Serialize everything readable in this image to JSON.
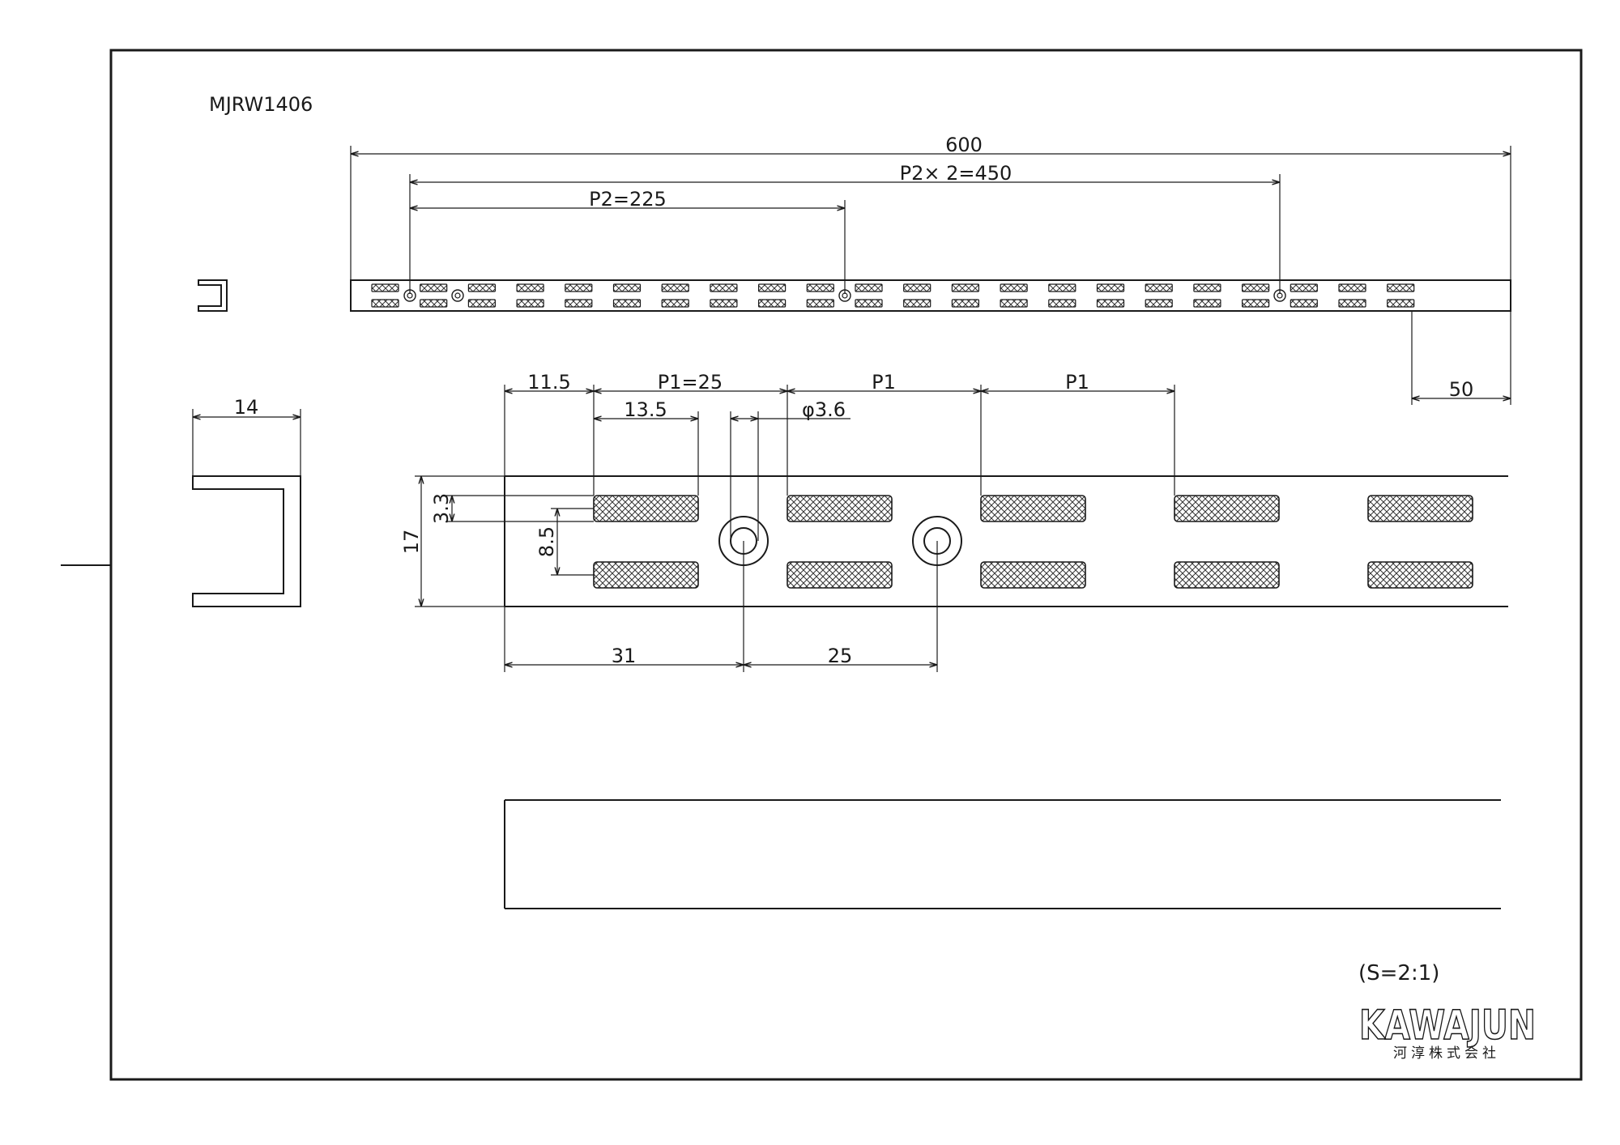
{
  "drawing": {
    "model": "MJRW1406",
    "scale": "(S=2:1)",
    "brand": "KAWAJUN",
    "company": "河淳株式会社",
    "colors": {
      "line": "#1a1a1a",
      "paper": "#ffffff"
    }
  },
  "dimensions": {
    "overall_length": "600",
    "pitch_span": "P2× 2=450",
    "pitch_p2": "P2=225",
    "end_offset": "50",
    "first_offset": "11.5",
    "pitch_p1_value": "P1=25",
    "pitch_p1_a": "P1",
    "pitch_p1_b": "P1",
    "slot_length": "13.5",
    "hole_diameter": "φ3.6",
    "channel_width": "14",
    "slot_height": "3.3",
    "slot_spacing": "8.5",
    "rail_height": "17",
    "hole_offset": "31",
    "hole_pitch": "25"
  }
}
